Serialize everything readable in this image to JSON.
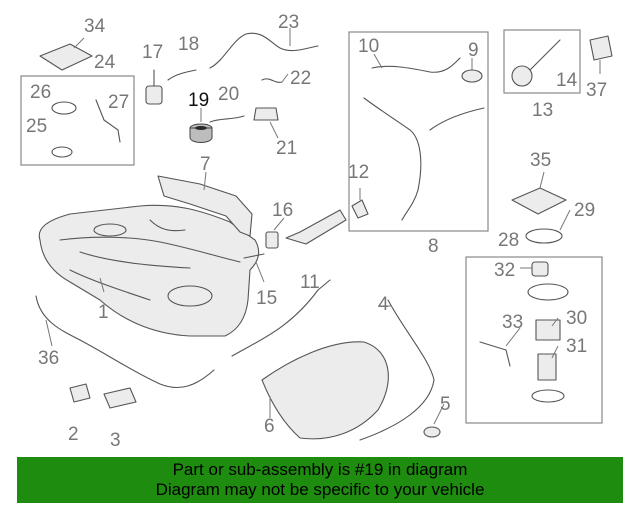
{
  "callouts": {
    "c1": "1",
    "c2": "2",
    "c3": "3",
    "c4": "4",
    "c5": "5",
    "c6": "6",
    "c7": "7",
    "c8": "8",
    "c9": "9",
    "c10": "10",
    "c11": "11",
    "c12": "12",
    "c13": "13",
    "c14": "14",
    "c15": "15",
    "c16": "16",
    "c17": "17",
    "c18": "18",
    "c19": "19",
    "c20": "20",
    "c21": "21",
    "c22": "22",
    "c23": "23",
    "c24": "24",
    "c25": "25",
    "c26": "26",
    "c27": "27",
    "c28": "28",
    "c29": "29",
    "c30": "30",
    "c31": "31",
    "c32": "32",
    "c33": "33",
    "c34": "34",
    "c35": "35",
    "c36": "36",
    "c37": "37"
  },
  "banner": {
    "line1": "Part or sub-assembly is #19 in diagram",
    "line2": "Diagram may not be specific to your vehicle",
    "color": "#1e8c0f"
  }
}
